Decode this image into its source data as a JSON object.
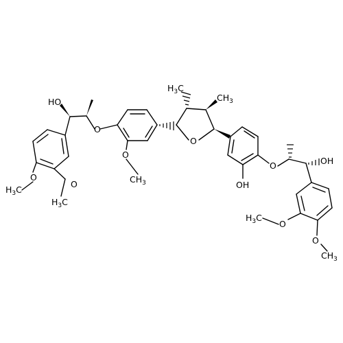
{
  "labels": {
    "ho_left": "HO",
    "o_ether_left": "O",
    "ome_left_ring": "O",
    "ome_left_ring_c": "CH",
    "ome_left_ring_sub": "3",
    "ome_a_o": "O",
    "ome_a_h": "H",
    "ome_a_sub": "3",
    "ome_a_c": "C",
    "ome_b_o": "O",
    "ome_b_h": "H",
    "ome_b_sub": "3",
    "ome_b_c": "C",
    "h3c_me1_h": "H",
    "h3c_me1_sub": "3",
    "h3c_me1_c": "C",
    "ch3_me2_c": "CH",
    "ch3_me2_sub": "3",
    "o_furan": "O",
    "oh_right_ring": "OH",
    "o_ether_right": "O",
    "oh_right": "OH",
    "ome_c_o": "O",
    "ome_c_h": "H",
    "ome_c_sub": "3",
    "ome_c_c": "C",
    "ome_d_o": "O",
    "ome_d_c": "CH",
    "ome_d_sub": "3"
  }
}
